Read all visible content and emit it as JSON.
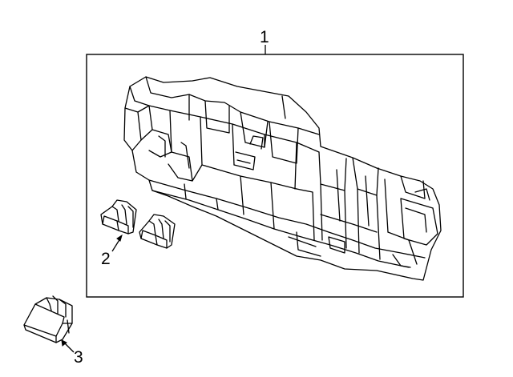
{
  "diagram": {
    "callouts": [
      {
        "id": "1",
        "label": "1"
      },
      {
        "id": "2",
        "label": "2"
      },
      {
        "id": "3",
        "label": "3"
      }
    ],
    "parts": {
      "fuse_box": "fuse-relay-box",
      "small_fuses": "mini-fuse",
      "relay": "relay"
    }
  }
}
